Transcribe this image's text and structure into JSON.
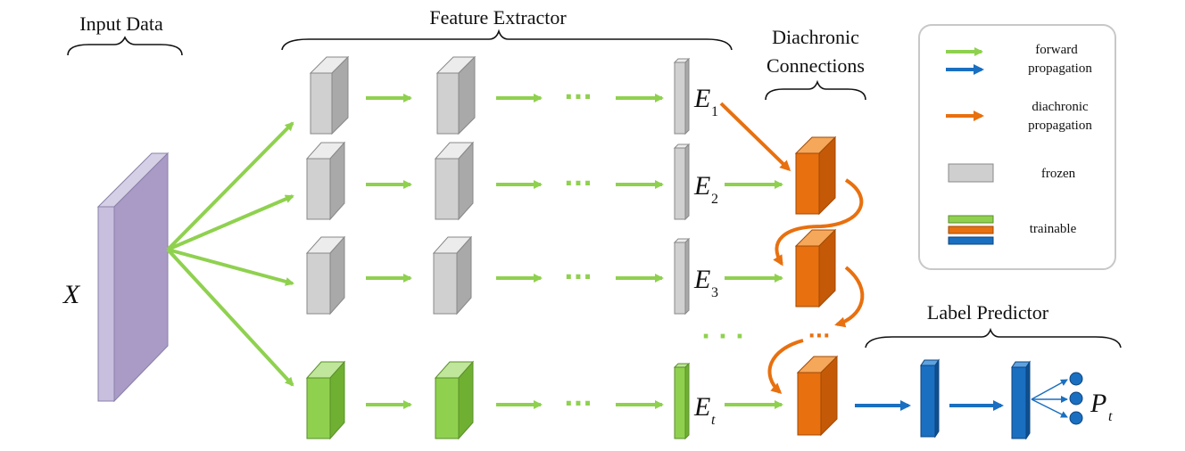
{
  "section_labels": {
    "input_data": "Input Data",
    "feature_extractor": "Feature Extractor",
    "diachronic_line1": "Diachronic",
    "diachronic_line2": "Connections",
    "label_predictor": "Label Predictor"
  },
  "symbols": {
    "input": "X",
    "e_base": "E",
    "e1_sub": "1",
    "e2_sub": "2",
    "e3_sub": "3",
    "et_sub": "t",
    "p_base": "P",
    "p_sub": "t"
  },
  "ellipsis": {
    "row": "···",
    "vertical_gap": "· · ·",
    "diachronic_gap": "···"
  },
  "legend": {
    "forward_line1": "forward",
    "forward_line2": "propagation",
    "diachronic_line1": "diachronic",
    "diachronic_line2": "propagation",
    "frozen": "frozen",
    "trainable": "trainable"
  },
  "colors": {
    "frozen": "#cfcfcf",
    "trainable_green": "#8fd14f",
    "diachronic_orange": "#e8700f",
    "forward_blue": "#1a6fc0",
    "arrow_green": "#8fd14f",
    "input_purple": "#a99bc6"
  }
}
